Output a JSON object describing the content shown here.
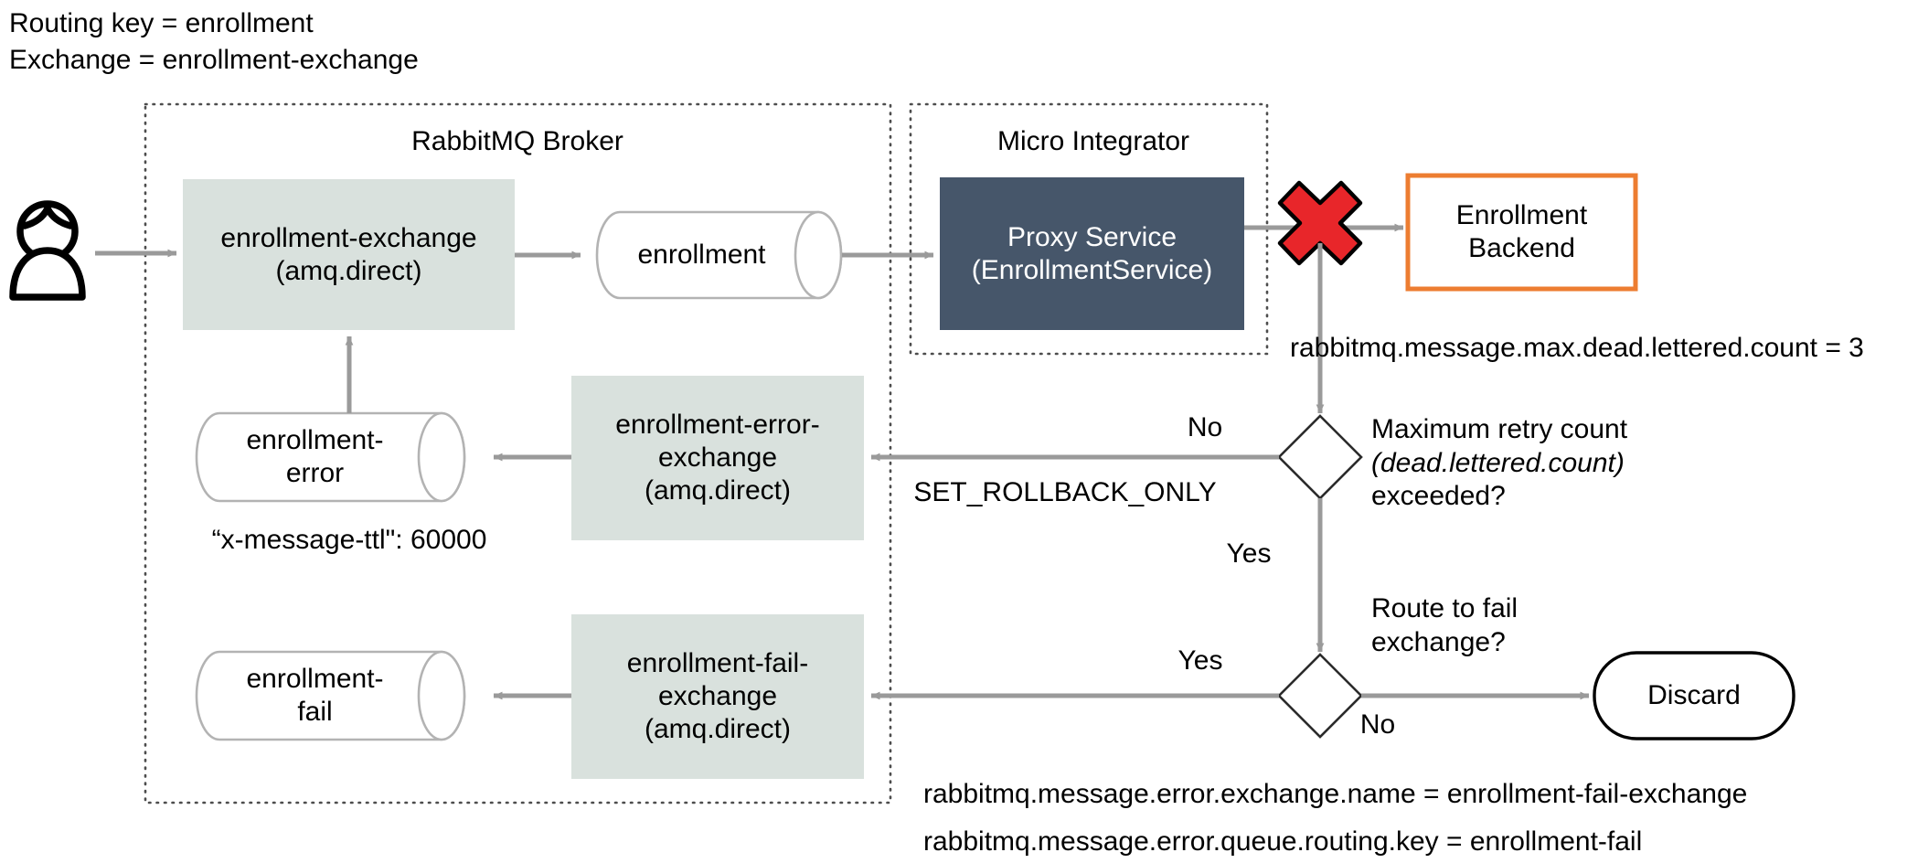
{
  "diagram": {
    "title_notes": {
      "routing_key": "Routing key = enrollment",
      "exchange": "Exchange = enrollment-exchange"
    },
    "containers": [
      {
        "name": "rabbitmq-broker",
        "label": "RabbitMQ Broker"
      },
      {
        "name": "micro-integrator",
        "label": "Micro Integrator"
      }
    ],
    "nodes": {
      "actor": "actor-user",
      "enrollment_exchange": "enrollment-exchange\n(amq.direct)",
      "enrollment_queue": "enrollment",
      "proxy_service": "Proxy Service\n(EnrollmentService)",
      "enrollment_backend": "Enrollment\nBackend",
      "failure_marker": "red-x-failure-icon",
      "enrollment_error_exchange": "enrollment-error-\nexchange\n(amq.direct)",
      "enrollment_error_queue": "enrollment-\nerror",
      "enrollment_fail_exchange": "enrollment-fail-\nexchange\n(amq.direct)",
      "enrollment_fail_queue": "enrollment-\nfail",
      "discard": "Discard"
    },
    "decisions": [
      {
        "id": "max-retry-decision",
        "line1": "Maximum retry count",
        "line2_italic": "(dead.lettered.count)",
        "line3": "exceeded?",
        "yes_label": "Yes",
        "no_label": "No"
      },
      {
        "id": "route-to-fail-decision",
        "line1": "Route to fail",
        "line2": "exchange?",
        "yes_label": "Yes",
        "no_label": "No"
      }
    ],
    "edge_labels": {
      "set_rollback_only": "SET_ROLLBACK_ONLY"
    },
    "annotations": {
      "ttl": "“x-message-ttl\": 60000",
      "max_dead_lettered": "rabbitmq.message.max.dead.lettered.count = 3",
      "error_exchange_name": "rabbitmq.message.error.exchange.name = enrollment-fail-exchange",
      "error_queue_routing_key": "rabbitmq.message.error.queue.routing.key = enrollment-fail"
    },
    "colors": {
      "exchange_fill": "#d9e1dd",
      "proxy_fill": "#46566a",
      "backend_border": "#ed7d31",
      "arrow_gray": "#9a9a9a",
      "queue_stroke": "#b3b3b3",
      "dotted_border": "#4d4d4d",
      "failure_red": "#e8262a",
      "text_black": "#000000"
    }
  }
}
